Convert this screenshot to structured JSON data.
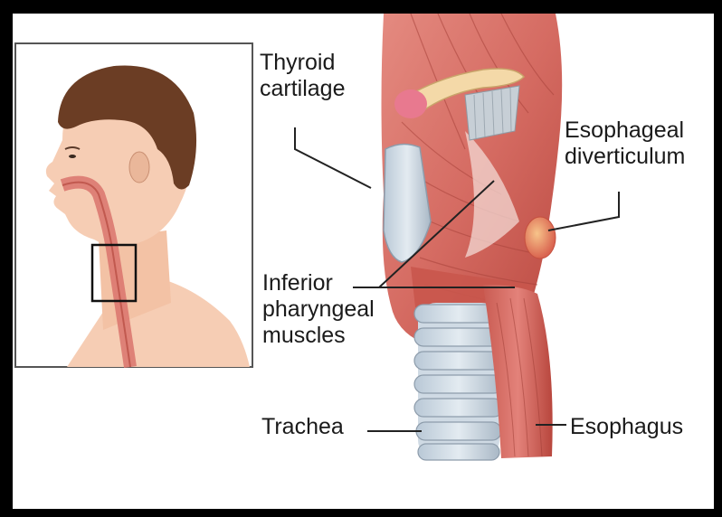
{
  "labels": {
    "thyroid_cartilage": [
      "Thyroid",
      "cartilage"
    ],
    "esophageal_diverticulum": [
      "Esophageal",
      "diverticulum"
    ],
    "inferior_pharyngeal_muscles": [
      "Inferior",
      "pharyngeal",
      "muscles"
    ],
    "trachea": "Trachea",
    "esophagus": "Esophagus"
  },
  "colors": {
    "frame": "#000000",
    "background": "#ffffff",
    "skin": "#f6cdb4",
    "hair": "#6b3d24",
    "muscle": "#d9736c",
    "muscle_dark": "#b5483f",
    "cartilage": "#c9d6e0",
    "leader_line": "#222222"
  },
  "icons": {
    "inset_person": "head-and-neck-profile",
    "inset_region_box": "region-box"
  }
}
